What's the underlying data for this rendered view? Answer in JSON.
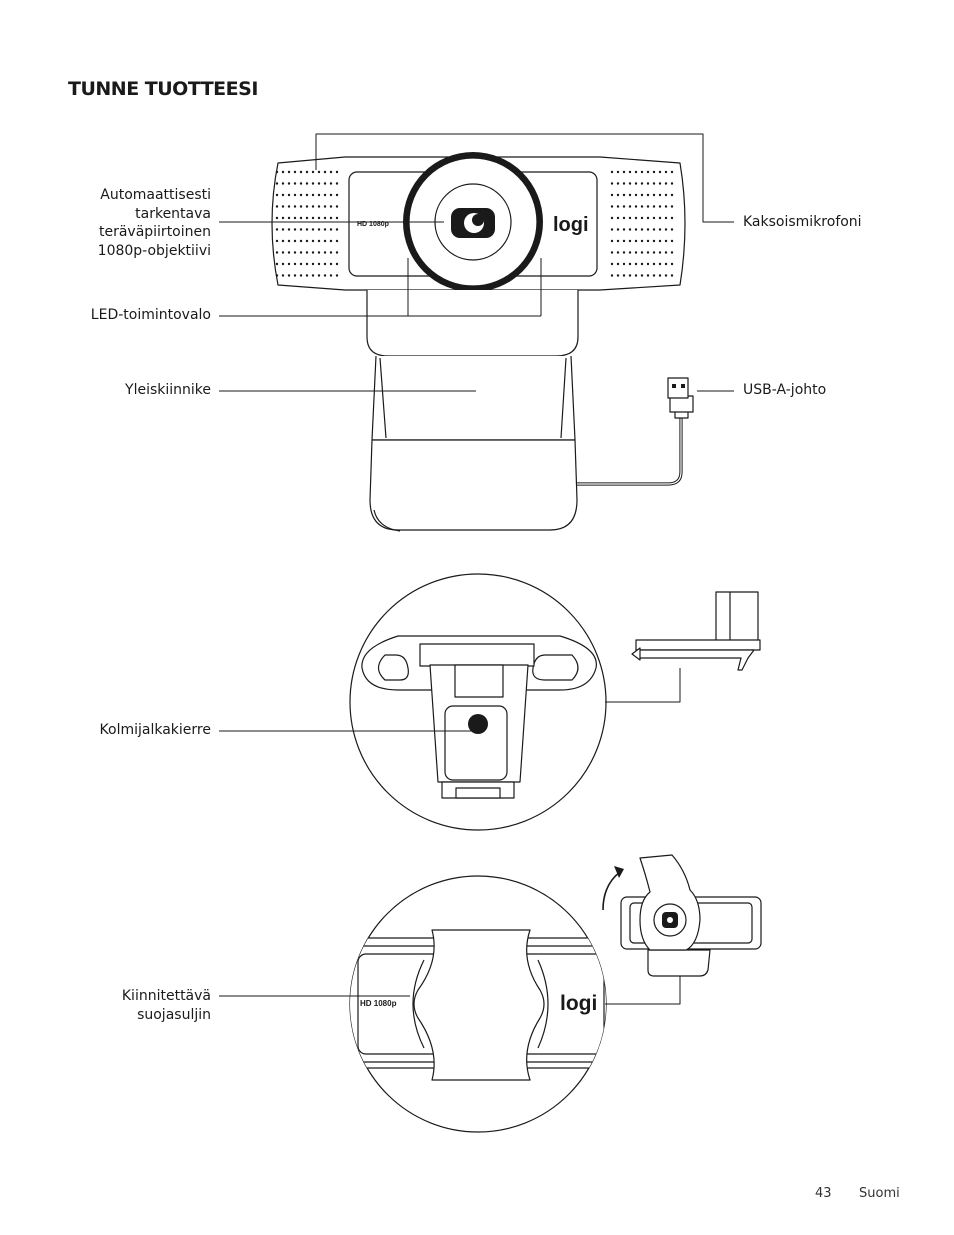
{
  "page": {
    "title": "TUNNE TUOTTEESI",
    "page_number": "43",
    "language": "Suomi"
  },
  "labels": {
    "lens": [
      "Automaattisesti",
      "tarkentava",
      "teräväpiirtoinen",
      "1080p-objektiivi"
    ],
    "led": "LED-toimintovalo",
    "clip": "Yleiskiinnike",
    "mics": "Kaksoismikrofoni",
    "usb": "USB-A-johto",
    "tripod": "Kolmijalkakierre",
    "shutter": [
      "Kiinnitettävä",
      "suojasuljin"
    ]
  },
  "product_marks": {
    "hd_text": "HD 1080p",
    "brand": "logi"
  },
  "icons": [
    "logitech-logo",
    "rotate-arrow-icon",
    "usb-a-connector-icon",
    "tripod-thread-icon"
  ]
}
